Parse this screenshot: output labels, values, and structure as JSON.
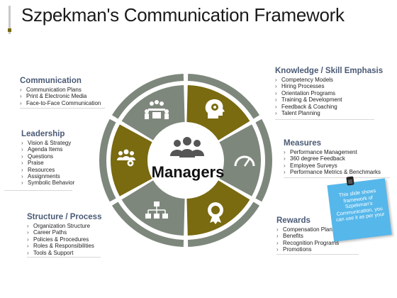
{
  "title": "Szpekman's Communication Framework",
  "center_label": "Managers",
  "sections": {
    "communication": {
      "heading": "Communication",
      "items": [
        "Communication Plans",
        "Print & Electronic Media",
        "Face-to-Face Communication"
      ]
    },
    "leadership": {
      "heading": "Leadership",
      "items": [
        "Vision & Strategy",
        "Agenda Items",
        "Questions",
        "Praise",
        "Resources",
        "Assignments",
        "Symbolic Behavior"
      ]
    },
    "structure": {
      "heading": "Structure / Process",
      "items": [
        "Organization Structure",
        "Career Paths",
        "Policies & Procedures",
        "Roles & Responsibilities",
        "Tools & Support"
      ]
    },
    "knowledge": {
      "heading": "Knowledge / Skill Emphasis",
      "items": [
        "Competency Models",
        "Hiring Processes",
        "Orientation Programs",
        "Training & Development",
        "Feedback & Coaching",
        "Talent Planning"
      ]
    },
    "measures": {
      "heading": "Measures",
      "items": [
        "Performance Management",
        "360 degree Feedback",
        "Employee Surveys",
        "Performance Metrics & Benchmarks"
      ]
    },
    "rewards": {
      "heading": "Rewards",
      "items": [
        "Compensation Plans",
        "Benefits",
        "Recognition Programs",
        "Promotions"
      ]
    }
  },
  "note": {
    "text": "This slide shows framework of Szpekman's Communication, you can use it as per your"
  },
  "colors": {
    "olive": "#7a6a10",
    "gray": "#7e877c",
    "heading": "#4a5a75"
  },
  "segment_icons": [
    "meeting-icon",
    "head-gears-icon",
    "gauge-icon",
    "award-badge-icon",
    "org-chart-icon",
    "team-gear-icon"
  ]
}
